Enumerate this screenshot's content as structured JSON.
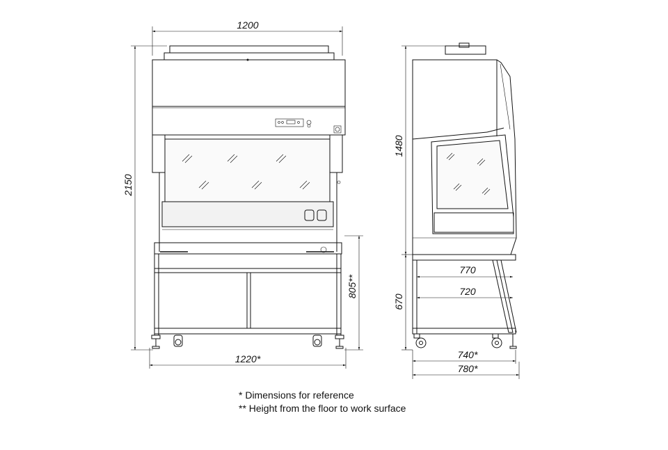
{
  "front_view": {
    "width_label": "1200",
    "height_label": "2150",
    "base_width_label": "1220*",
    "work_surface_height_label": "805**"
  },
  "side_view": {
    "upper_height_label": "1480",
    "stand_height_label": "670",
    "stand_depth_outer_label": "770",
    "stand_depth_inner_label": "720",
    "base_depth_label": "740*",
    "overall_depth_label": "780*"
  },
  "notes": {
    "note_1": "* Dimensions for reference",
    "note_2": "** Height from the floor to work surface"
  }
}
